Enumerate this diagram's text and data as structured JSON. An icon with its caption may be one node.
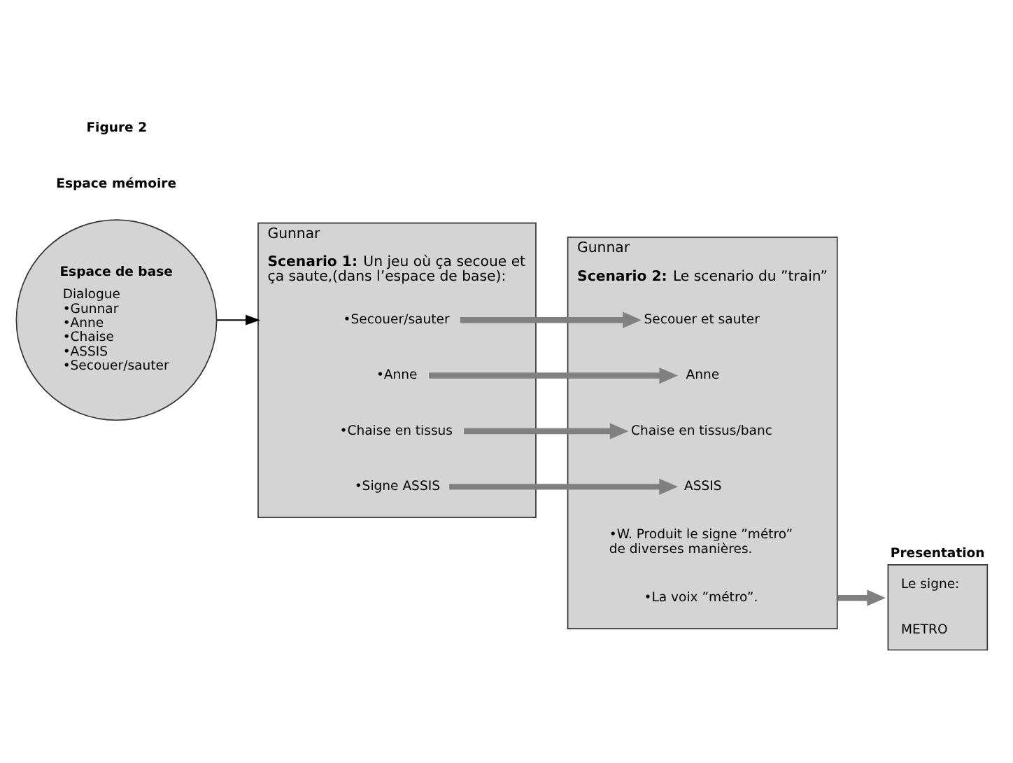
{
  "diagram": {
    "nodes": [
      {
        "text": [
          "Espace de base",
          "Dialogue",
          "•Gunnar",
          "•Anne",
          "•Chaise",
          "•ASSIS",
          "•Secouer/sauter"
        ]
      },
      {
        "text": [
          "Gunnar",
          "**Scenario 1:** Un jeu où ça secoue et ça saute,(dans l’espace de base):"
        ]
      },
      {
        "text": [
          "•Secouer/sauter"
        ],
        "in": 1
      },
      {
        "text": [
          "•Anne"
        ],
        "in": 1
      },
      {
        "text": [
          "•Chaise en tissus"
        ],
        "in": 1
      },
      {
        "text": [
          "•Signe ASSIS"
        ],
        "in": 1
      },
      {
        "text": [
          "Gunnar",
          "**Scenario 2:** Le scenario du ”train”"
        ]
      },
      {
        "text": [
          "Secouer et sauter"
        ],
        "in": 6
      },
      {
        "text": [
          "Anne"
        ],
        "in": 6
      },
      {
        "text": [
          "Chaise en tissus/banc"
        ],
        "in": 6
      },
      {
        "text": [
          "ASSIS"
        ],
        "in": 6
      },
      {
        "text": [
          "•W. Produit le signe ”métro” de diverses manières."
        ],
        "in": 6
      },
      {
        "text": [
          "•La voix ”métro”."
        ],
        "in": 6
      },
      {
        "text": [
          "Presentation",
          "Le signe:",
          "METRO"
        ]
      }
    ],
    "edges": [
      {
        "from": 0,
        "to": 1,
        "arrow": "to",
        "color": "#000000"
      },
      {
        "from": 2,
        "to": 7,
        "arrow": "to"
      },
      {
        "from": 3,
        "to": 8,
        "arrow": "to"
      },
      {
        "from": 4,
        "to": 9,
        "arrow": "to"
      },
      {
        "from": 5,
        "to": 10,
        "arrow": "to"
      },
      {
        "from": 6,
        "to": 13,
        "arrow": "to"
      }
    ],
    "labels": [
      "Espace mémoire",
      "Figure 2"
    ]
  }
}
